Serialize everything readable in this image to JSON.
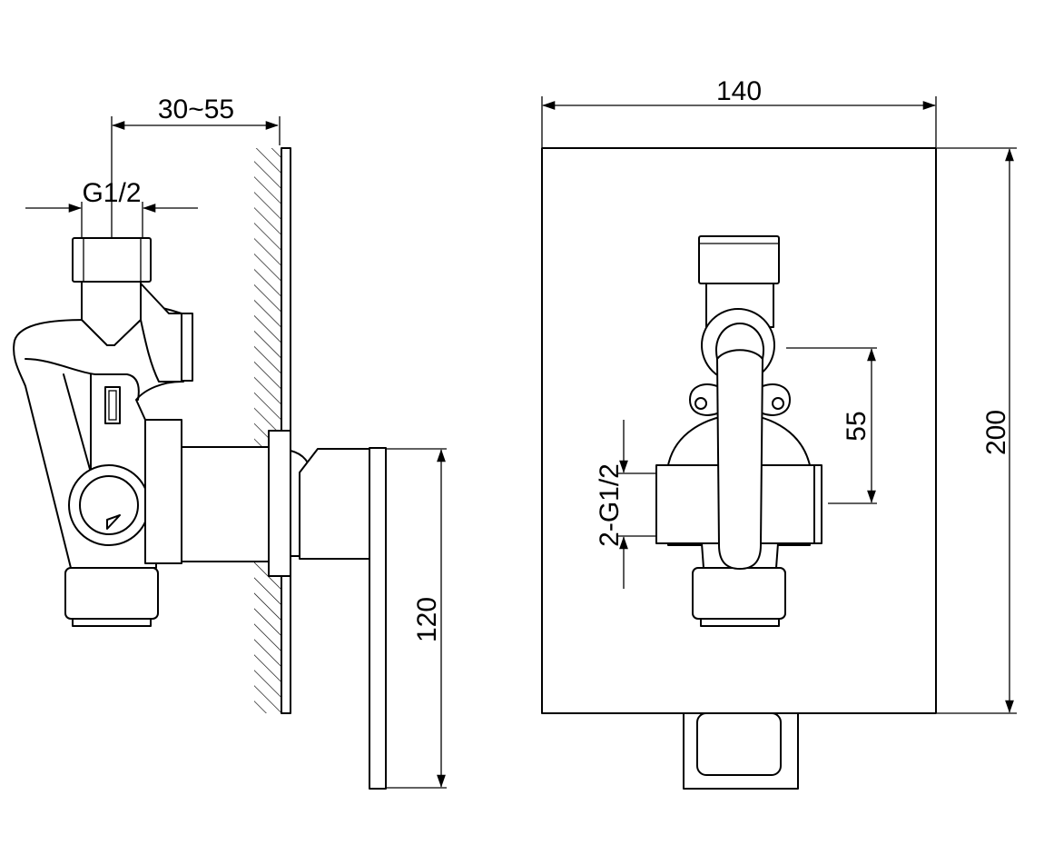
{
  "side_view": {
    "dim_depth": "30~55",
    "dim_inlet": "G1/2",
    "dim_height": "120"
  },
  "front_view": {
    "dim_width": "140",
    "dim_height": "200",
    "dim_spacing": "55",
    "dim_outlets": "2-G1/2"
  },
  "colors": {
    "line": "#000000",
    "background": "#ffffff"
  }
}
